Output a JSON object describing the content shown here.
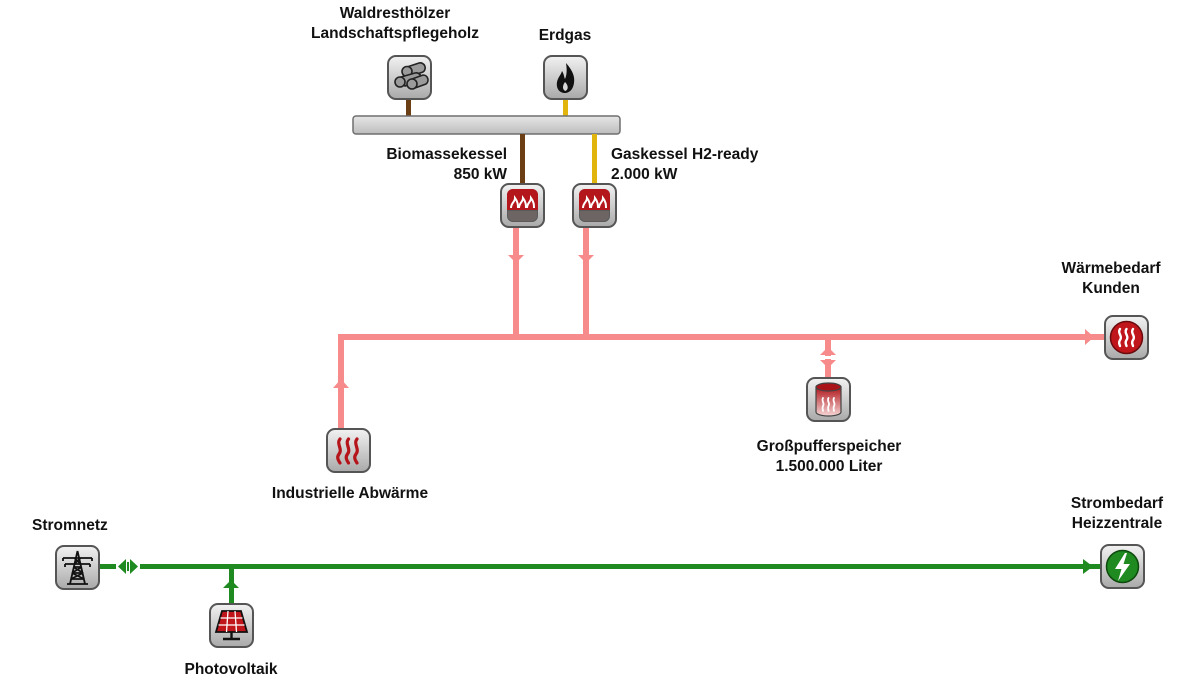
{
  "diagram": {
    "title": "Energy flow diagram: district heating plant",
    "colors": {
      "heat_line": "#f78a8a",
      "power_line": "#1f8a1f",
      "wood_feed": "#6b3e14",
      "gas_feed": "#e2b40e",
      "busbar": "#cfcfcf",
      "icon_red": "#c0161b"
    },
    "fuels": {
      "wood": {
        "line1": "Waldresthölzer",
        "line2": "Landschaftspflegeholz",
        "icon": "wood-logs-icon"
      },
      "gas": {
        "line1": "Erdgas",
        "icon": "flame-icon"
      }
    },
    "boilers": {
      "biomass": {
        "name": "Biomassekessel",
        "capacity": "850 kW",
        "icon": "boiler-icon"
      },
      "gas": {
        "name": "Gaskessel H2-ready",
        "capacity": "2.000 kW",
        "icon": "boiler-icon"
      }
    },
    "heat": {
      "demand": {
        "line1": "Wärmebedarf",
        "line2": "Kunden",
        "icon": "heat-demand-icon"
      },
      "storage": {
        "name": "Großpufferspeicher",
        "capacity": "1.500.000 Liter",
        "icon": "storage-tank-icon"
      },
      "industrial": {
        "name": "Industrielle Abwärme",
        "icon": "waste-heat-icon"
      }
    },
    "power": {
      "grid": {
        "name": "Stromnetz",
        "icon": "power-pylon-icon"
      },
      "pv": {
        "name": "Photovoltaik",
        "icon": "solar-panel-icon"
      },
      "demand": {
        "line1": "Strombedarf",
        "line2": "Heizzentrale",
        "icon": "lightning-icon"
      }
    }
  }
}
